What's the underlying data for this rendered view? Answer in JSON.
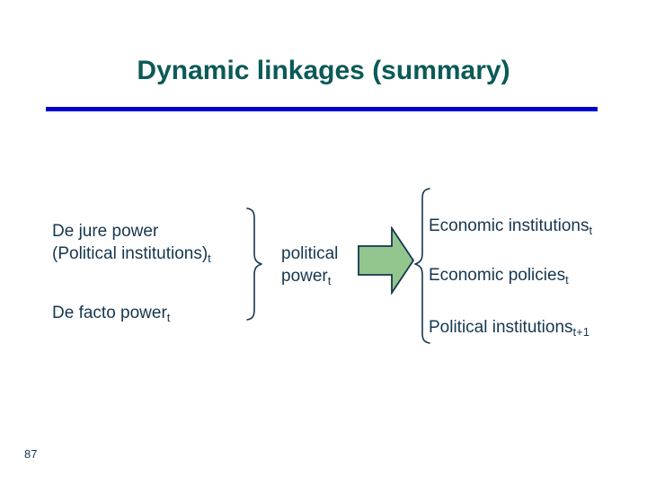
{
  "slide": {
    "title": "Dynamic linkages (summary)",
    "page_number": "87",
    "colors": {
      "title": "#0B5A57",
      "rule": "#0000CC",
      "body_text": "#16374F",
      "arrow_fill": "#93C68E",
      "arrow_stroke": "#16374F",
      "background": "#FFFFFF"
    }
  },
  "left_group": {
    "line_1": "De jure power",
    "line_2_main": "(Political institutions)",
    "line_2_sub": "t",
    "line_3_main": "De facto power",
    "line_3_sub": "t"
  },
  "middle_group": {
    "line_1": "political",
    "line_2_main": "power",
    "line_2_sub": "t"
  },
  "right_group": {
    "line_1_main": "Economic institutions",
    "line_1_sub": "t",
    "line_2_main": "Economic policies",
    "line_2_sub": "t",
    "line_3_main": "Political institutions",
    "line_3_sub": "t+1"
  },
  "connectors": {
    "left_brace": "right-curly-brace",
    "right_brace": "left-curly-brace",
    "arrow": "right-block-arrow"
  }
}
